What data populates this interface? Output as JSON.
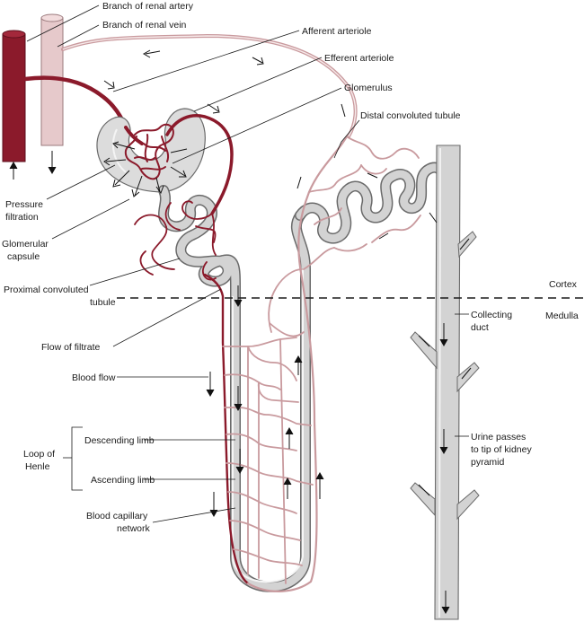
{
  "labels": {
    "renal_artery": "Branch of renal artery",
    "renal_vein": "Branch of renal vein",
    "afferent": "Afferent arteriole",
    "efferent": "Efferent arteriole",
    "glomerulus": "Glomerulus",
    "distal": "Distal convoluted tubule",
    "pressure_1": "Pressure",
    "pressure_2": "filtration",
    "capsule_1": "Glomerular",
    "capsule_2": "capsule",
    "proximal_1": "Proximal convoluted",
    "proximal_2": "tubule",
    "cortex": "Cortex",
    "medulla": "Medulla",
    "collecting_1": "Collecting",
    "collecting_2": "duct",
    "filtrate_flow": "Flow of filtrate",
    "blood_flow": "Blood flow",
    "loop_1": "Loop of",
    "loop_2": "Henle",
    "descending": "Descending limb",
    "ascending": "Ascending limb",
    "urine_1": "Urine passes",
    "urine_2": "to tip of kidney",
    "urine_3": "pyramid",
    "capillary_1": "Blood capillary",
    "capillary_2": "network"
  },
  "colors": {
    "artery": "#8b1a2b",
    "vein": "#c99a9e",
    "tubule": "#d3d3d3",
    "outline": "#6a6a6a"
  }
}
